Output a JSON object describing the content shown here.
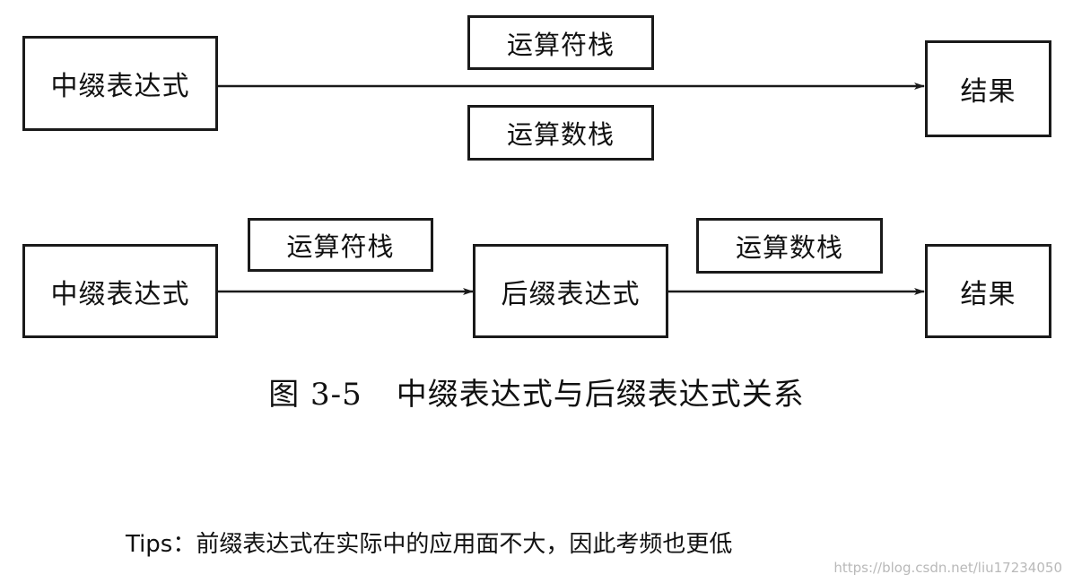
{
  "diagram": {
    "row1": {
      "source": "中缀表达式",
      "operator_stack": "运算符栈",
      "operand_stack": "运算数栈",
      "result": "结果"
    },
    "row2": {
      "source": "中缀表达式",
      "operator_stack": "运算符栈",
      "intermediate": "后缀表达式",
      "operand_stack": "运算数栈",
      "result": "结果"
    }
  },
  "caption": {
    "figure_number": "图 3-5",
    "title": "中缀表达式与后缀表达式关系"
  },
  "tips": "Tips：前缀表达式在实际中的应用面不大，因此考频也更低",
  "watermark": "https://blog.csdn.net/liu17234050",
  "colors": {
    "line": "#1a1a1a",
    "background": "#ffffff",
    "watermark": "#b9b9b9"
  }
}
